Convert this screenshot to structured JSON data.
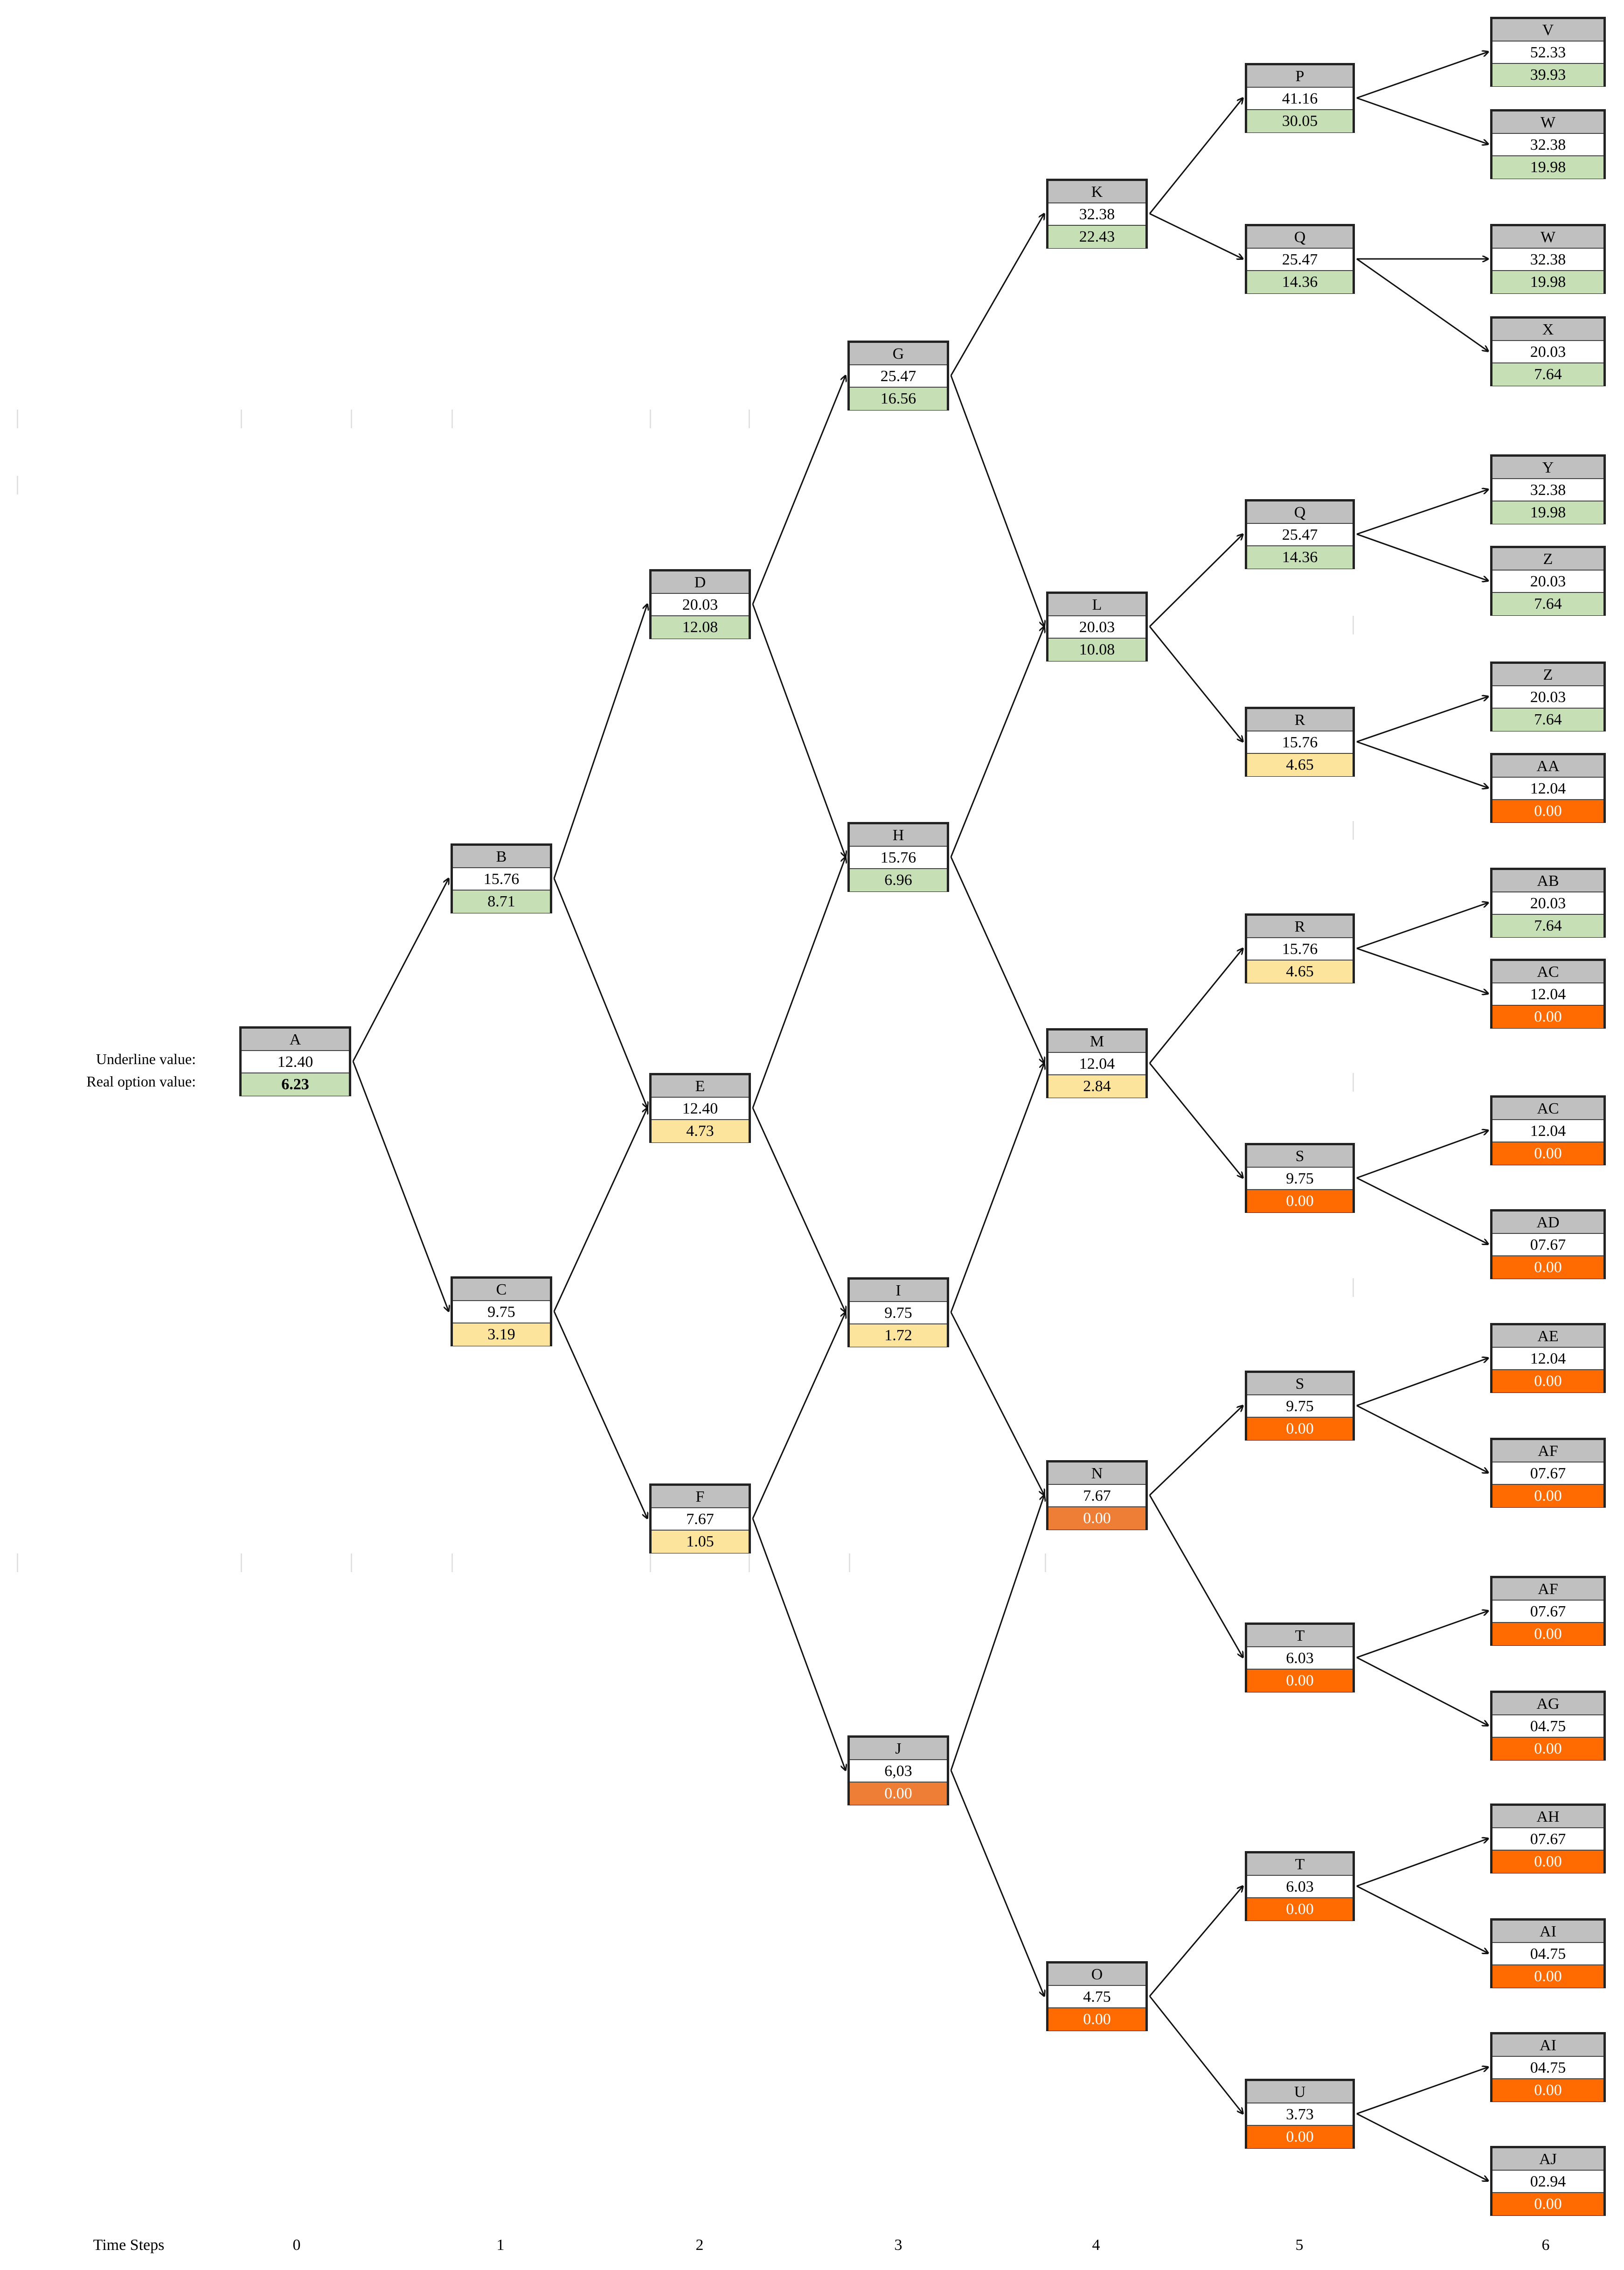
{
  "labels": {
    "underline_value": "Underline value:",
    "real_option_value": "Real option value:",
    "time_steps": "Time Steps"
  },
  "time_steps": [
    "0",
    "1",
    "2",
    "3",
    "4",
    "5",
    "6"
  ],
  "colors": {
    "green": "#c6dfb4",
    "yellow": "#fde49c",
    "orange": "#ff6b00",
    "dark_orange": "#ee7e35",
    "header_gray": "#c0c0c0"
  },
  "nodes": [
    {
      "id": "n_A",
      "step": 0,
      "name": "A",
      "underlying": "12.40",
      "option": "6.23",
      "color": "green"
    },
    {
      "id": "n_B",
      "step": 1,
      "name": "B",
      "underlying": "15.76",
      "option": "8.71",
      "color": "green"
    },
    {
      "id": "n_C",
      "step": 1,
      "name": "C",
      "underlying": "9.75",
      "option": "3.19",
      "color": "yellow"
    },
    {
      "id": "n_D",
      "step": 2,
      "name": "D",
      "underlying": "20.03",
      "option": "12.08",
      "color": "green"
    },
    {
      "id": "n_E",
      "step": 2,
      "name": "E",
      "underlying": "12.40",
      "option": "4.73",
      "color": "yellow"
    },
    {
      "id": "n_F",
      "step": 2,
      "name": "F",
      "underlying": "7.67",
      "option": "1.05",
      "color": "yellow"
    },
    {
      "id": "n_G",
      "step": 3,
      "name": "G",
      "underlying": "25.47",
      "option": "16.56",
      "color": "green"
    },
    {
      "id": "n_H",
      "step": 3,
      "name": "H",
      "underlying": "15.76",
      "option": "6.96",
      "color": "green"
    },
    {
      "id": "n_I",
      "step": 3,
      "name": "I",
      "underlying": "9.75",
      "option": "1.72",
      "color": "yellow"
    },
    {
      "id": "n_J",
      "step": 3,
      "name": "J",
      "underlying": "6,03",
      "option": "0.00",
      "color": "dark_orange"
    },
    {
      "id": "n_K",
      "step": 4,
      "name": "K",
      "underlying": "32.38",
      "option": "22.43",
      "color": "green"
    },
    {
      "id": "n_L",
      "step": 4,
      "name": "L",
      "underlying": "20.03",
      "option": "10.08",
      "color": "green"
    },
    {
      "id": "n_M",
      "step": 4,
      "name": "M",
      "underlying": "12.04",
      "option": "2.84",
      "color": "yellow"
    },
    {
      "id": "n_N",
      "step": 4,
      "name": "N",
      "underlying": "7.67",
      "option": "0.00",
      "color": "dark_orange"
    },
    {
      "id": "n_O",
      "step": 4,
      "name": "O",
      "underlying": "4.75",
      "option": "0.00",
      "color": "orange"
    },
    {
      "id": "n_P",
      "step": 5,
      "name": "P",
      "underlying": "41.16",
      "option": "30.05",
      "color": "green"
    },
    {
      "id": "n_Q1",
      "step": 5,
      "name": "Q",
      "underlying": "25.47",
      "option": "14.36",
      "color": "green"
    },
    {
      "id": "n_Q2",
      "step": 5,
      "name": "Q",
      "underlying": "25.47",
      "option": "14.36",
      "color": "green"
    },
    {
      "id": "n_R1",
      "step": 5,
      "name": "R",
      "underlying": "15.76",
      "option": "4.65",
      "color": "yellow"
    },
    {
      "id": "n_R2",
      "step": 5,
      "name": "R",
      "underlying": "15.76",
      "option": "4.65",
      "color": "yellow"
    },
    {
      "id": "n_S1",
      "step": 5,
      "name": "S",
      "underlying": "9.75",
      "option": "0.00",
      "color": "orange"
    },
    {
      "id": "n_S2",
      "step": 5,
      "name": "S",
      "underlying": "9.75",
      "option": "0.00",
      "color": "orange"
    },
    {
      "id": "n_T1",
      "step": 5,
      "name": "T",
      "underlying": "6.03",
      "option": "0.00",
      "color": "orange"
    },
    {
      "id": "n_T2",
      "step": 5,
      "name": "T",
      "underlying": "6.03",
      "option": "0.00",
      "color": "orange"
    },
    {
      "id": "n_U",
      "step": 5,
      "name": "U",
      "underlying": "3.73",
      "option": "0.00",
      "color": "orange"
    },
    {
      "id": "n_V",
      "step": 6,
      "name": "V",
      "underlying": "52.33",
      "option": "39.93",
      "color": "green"
    },
    {
      "id": "n_W1",
      "step": 6,
      "name": "W",
      "underlying": "32.38",
      "option": "19.98",
      "color": "green"
    },
    {
      "id": "n_W2",
      "step": 6,
      "name": "W",
      "underlying": "32.38",
      "option": "19.98",
      "color": "green"
    },
    {
      "id": "n_X",
      "step": 6,
      "name": "X",
      "underlying": "20.03",
      "option": "7.64",
      "color": "green"
    },
    {
      "id": "n_Y",
      "step": 6,
      "name": "Y",
      "underlying": "32.38",
      "option": "19.98",
      "color": "green"
    },
    {
      "id": "n_Z1",
      "step": 6,
      "name": "Z",
      "underlying": "20.03",
      "option": "7.64",
      "color": "green"
    },
    {
      "id": "n_Z2",
      "step": 6,
      "name": "Z",
      "underlying": "20.03",
      "option": "7.64",
      "color": "green"
    },
    {
      "id": "n_AA",
      "step": 6,
      "name": "AA",
      "underlying": "12.04",
      "option": "0.00",
      "color": "orange"
    },
    {
      "id": "n_AB",
      "step": 6,
      "name": "AB",
      "underlying": "20.03",
      "option": "7.64",
      "color": "green"
    },
    {
      "id": "n_AC1",
      "step": 6,
      "name": "AC",
      "underlying": "12.04",
      "option": "0.00",
      "color": "orange"
    },
    {
      "id": "n_AC2",
      "step": 6,
      "name": "AC",
      "underlying": "12.04",
      "option": "0.00",
      "color": "orange"
    },
    {
      "id": "n_AD",
      "step": 6,
      "name": "AD",
      "underlying": "07.67",
      "option": "0.00",
      "color": "orange"
    },
    {
      "id": "n_AE",
      "step": 6,
      "name": "AE",
      "underlying": "12.04",
      "option": "0.00",
      "color": "orange"
    },
    {
      "id": "n_AF1",
      "step": 6,
      "name": "AF",
      "underlying": "07.67",
      "option": "0.00",
      "color": "orange"
    },
    {
      "id": "n_AF2",
      "step": 6,
      "name": "AF",
      "underlying": "07.67",
      "option": "0.00",
      "color": "orange"
    },
    {
      "id": "n_AG",
      "step": 6,
      "name": "AG",
      "underlying": "04.75",
      "option": "0.00",
      "color": "orange"
    },
    {
      "id": "n_AH",
      "step": 6,
      "name": "AH",
      "underlying": "07.67",
      "option": "0.00",
      "color": "orange"
    },
    {
      "id": "n_AI1",
      "step": 6,
      "name": "AI",
      "underlying": "04.75",
      "option": "0.00",
      "color": "orange"
    },
    {
      "id": "n_AI2",
      "step": 6,
      "name": "AI",
      "underlying": "04.75",
      "option": "0.00",
      "color": "orange"
    },
    {
      "id": "n_AJ",
      "step": 6,
      "name": "AJ",
      "underlying": "02.94",
      "option": "0.00",
      "color": "orange"
    }
  ],
  "edges": [
    [
      "n_A",
      "n_B"
    ],
    [
      "n_A",
      "n_C"
    ],
    [
      "n_B",
      "n_D"
    ],
    [
      "n_B",
      "n_E"
    ],
    [
      "n_C",
      "n_E"
    ],
    [
      "n_C",
      "n_F"
    ],
    [
      "n_D",
      "n_G"
    ],
    [
      "n_D",
      "n_H"
    ],
    [
      "n_E",
      "n_H"
    ],
    [
      "n_E",
      "n_I"
    ],
    [
      "n_F",
      "n_I"
    ],
    [
      "n_F",
      "n_J"
    ],
    [
      "n_G",
      "n_K"
    ],
    [
      "n_G",
      "n_L"
    ],
    [
      "n_H",
      "n_L"
    ],
    [
      "n_H",
      "n_M"
    ],
    [
      "n_I",
      "n_M"
    ],
    [
      "n_I",
      "n_N"
    ],
    [
      "n_J",
      "n_N"
    ],
    [
      "n_J",
      "n_O"
    ],
    [
      "n_K",
      "n_P"
    ],
    [
      "n_K",
      "n_Q1"
    ],
    [
      "n_L",
      "n_Q2"
    ],
    [
      "n_L",
      "n_R1"
    ],
    [
      "n_M",
      "n_R2"
    ],
    [
      "n_M",
      "n_S1"
    ],
    [
      "n_N",
      "n_S2"
    ],
    [
      "n_N",
      "n_T1"
    ],
    [
      "n_O",
      "n_T2"
    ],
    [
      "n_O",
      "n_U"
    ],
    [
      "n_P",
      "n_V"
    ],
    [
      "n_P",
      "n_W1"
    ],
    [
      "n_Q1",
      "n_W2"
    ],
    [
      "n_Q1",
      "n_X"
    ],
    [
      "n_Q2",
      "n_Y"
    ],
    [
      "n_Q2",
      "n_Z1"
    ],
    [
      "n_R1",
      "n_Z2"
    ],
    [
      "n_R1",
      "n_AA"
    ],
    [
      "n_R2",
      "n_AB"
    ],
    [
      "n_R2",
      "n_AC1"
    ],
    [
      "n_S1",
      "n_AC2"
    ],
    [
      "n_S1",
      "n_AD"
    ],
    [
      "n_S2",
      "n_AE"
    ],
    [
      "n_S2",
      "n_AF1"
    ],
    [
      "n_T1",
      "n_AF2"
    ],
    [
      "n_T1",
      "n_AG"
    ],
    [
      "n_T2",
      "n_AH"
    ],
    [
      "n_T2",
      "n_AI1"
    ],
    [
      "n_U",
      "n_AI2"
    ],
    [
      "n_U",
      "n_AJ"
    ]
  ]
}
